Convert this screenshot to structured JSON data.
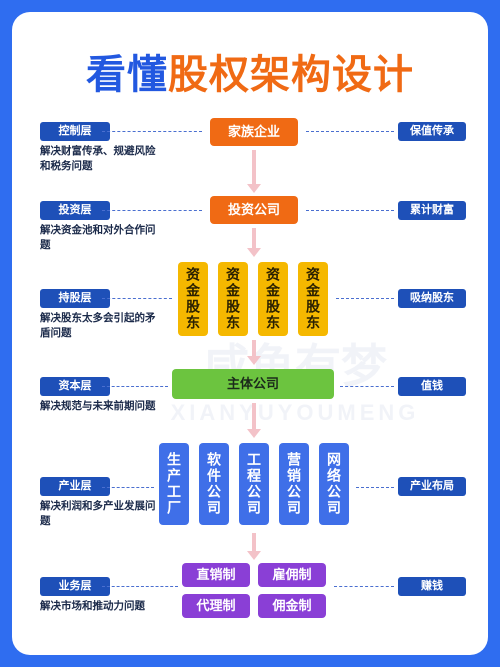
{
  "title": {
    "part1": "看懂",
    "part2": "股权架构设计"
  },
  "watermark": {
    "cn": "咸鱼有梦",
    "en": "XIANYUYOUMENG"
  },
  "rows": [
    {
      "left_tag": "控制层",
      "desc": "解决财富传承、规避风险和税务问题",
      "right_tag": "保值传承",
      "node": "家族企业"
    },
    {
      "left_tag": "投资层",
      "desc": "解决资金池和对外合作问题",
      "right_tag": "累计财富",
      "node": "投资公司"
    },
    {
      "left_tag": "持股层",
      "desc": "解决股东太多会引起的矛盾问题",
      "right_tag": "吸纳股东",
      "nodes": [
        "资金股东",
        "资金股东",
        "资金股东",
        "资金股东"
      ]
    },
    {
      "left_tag": "资本层",
      "desc": "解决规范与未来前期问题",
      "right_tag": "值钱",
      "node": "主体公司"
    },
    {
      "left_tag": "产业层",
      "desc": "解决利润和多产业发展问题",
      "right_tag": "产业布局",
      "nodes": [
        "生产工厂",
        "软件公司",
        "工程公司",
        "营销公司",
        "网络公司"
      ]
    },
    {
      "left_tag": "业务层",
      "desc": "解决市场和推动力问题",
      "right_tag": "赚钱",
      "nodes": [
        "直销制",
        "雇佣制",
        "代理制",
        "佣金制"
      ]
    }
  ],
  "colors": {
    "background": "#2f6df0",
    "tag": "#1e50b8",
    "orange": "#f06a14",
    "yellow": "#f5b800",
    "green": "#6cc43f",
    "blue": "#3f6fe8",
    "purple": "#8a3fd6"
  }
}
